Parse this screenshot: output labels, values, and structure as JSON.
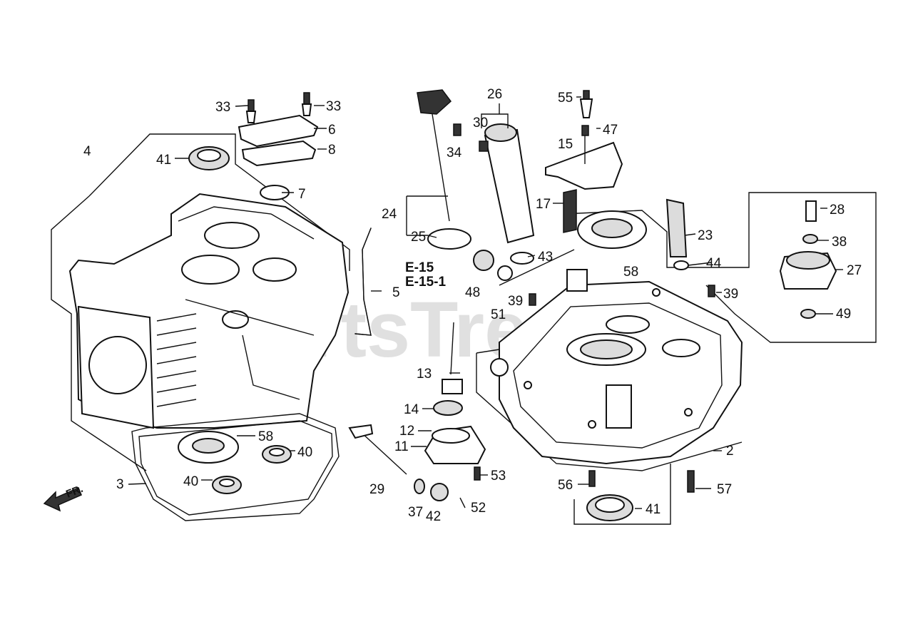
{
  "watermark": "PartsTree",
  "direction_label": "FR.",
  "references": [
    "E-15",
    "E-15-1"
  ],
  "callouts": [
    "2",
    "3",
    "4",
    "5",
    "6",
    "7",
    "8",
    "11",
    "12",
    "13",
    "14",
    "15",
    "17",
    "23",
    "24",
    "25",
    "26",
    "27",
    "28",
    "29",
    "30",
    "33",
    "33",
    "34",
    "37",
    "38",
    "39",
    "39",
    "40",
    "40",
    "41",
    "41",
    "42",
    "43",
    "44",
    "47",
    "48",
    "49",
    "51",
    "52",
    "53",
    "55",
    "56",
    "57",
    "58",
    "58"
  ]
}
